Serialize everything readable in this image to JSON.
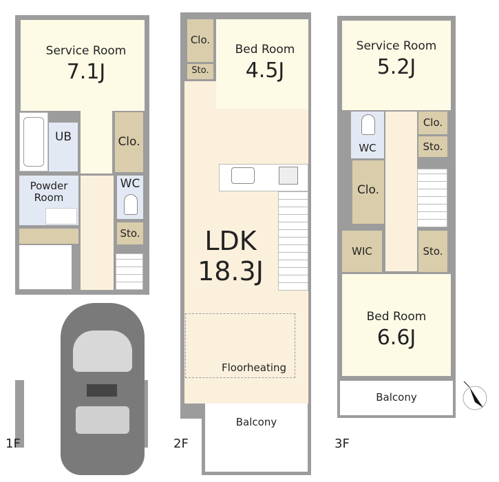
{
  "floor1": {
    "label": "1F",
    "service_room": {
      "name": "Service Room",
      "size": "7.1J"
    },
    "ub": "UB",
    "closet": "Clo.",
    "powder_room": "Powder\nRoom",
    "wc": "WC",
    "storage": "Sto."
  },
  "floor2": {
    "label": "2F",
    "closet": "Clo.",
    "storage": "Sto.",
    "bed_room": {
      "name": "Bed Room",
      "size": "4.5J"
    },
    "ldk": {
      "name": "LDK",
      "size": "18.3J"
    },
    "floorheating": "Floorheating",
    "balcony": "Balcony"
  },
  "floor3": {
    "label": "3F",
    "service_room": {
      "name": "Service Room",
      "size": "5.2J"
    },
    "wc": "WC",
    "closet_small": "Clo.",
    "storage_top": "Sto.",
    "closet_large": "Clo.",
    "wic": "WIC",
    "storage_mid": "Sto.",
    "bed_room": {
      "name": "Bed Room",
      "size": "6.6J"
    },
    "balcony": "Balcony"
  },
  "icons": {
    "compass": "north-arrow-icon",
    "car": "car-icon"
  }
}
